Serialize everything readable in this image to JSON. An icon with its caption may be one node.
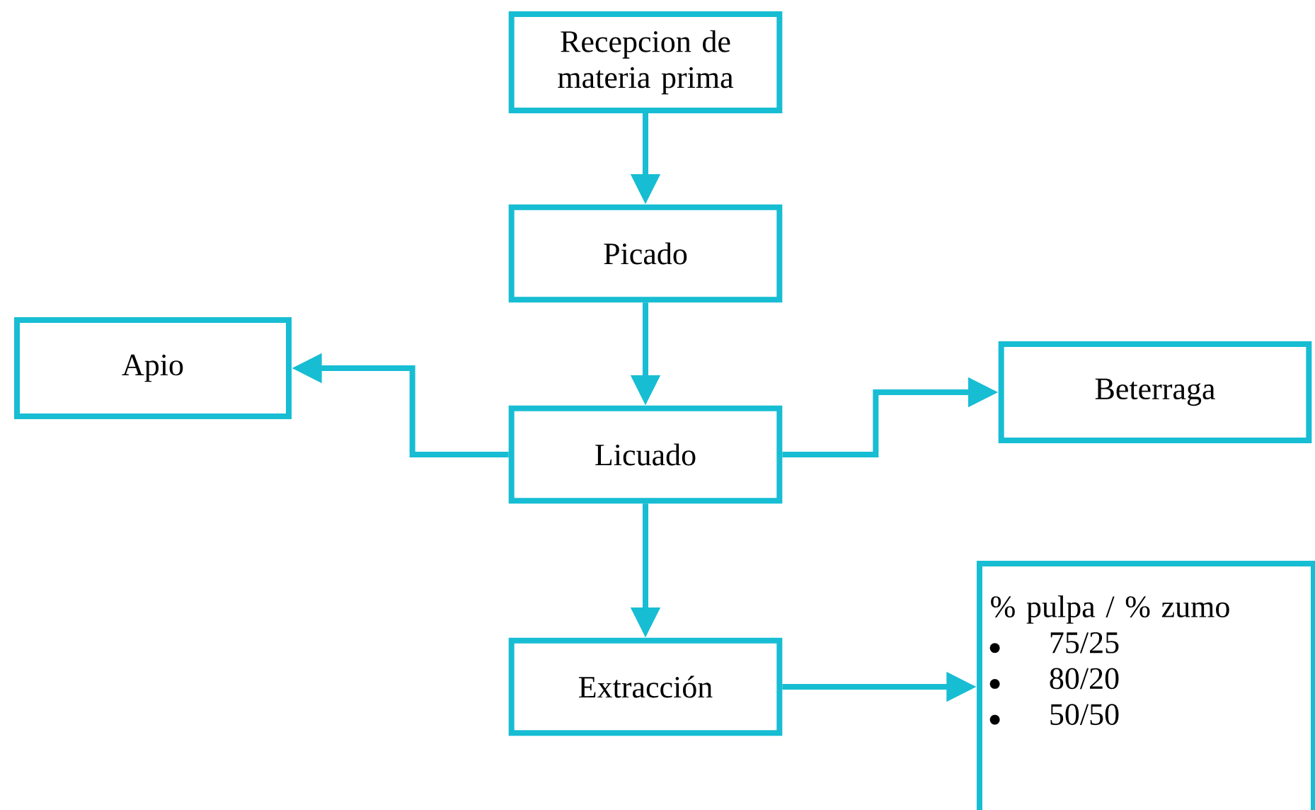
{
  "diagram": {
    "nodes": [
      {
        "text": [
          "Recepcion de materia prima"
        ]
      },
      {
        "text": [
          "Picado"
        ]
      },
      {
        "text": [
          "Apio"
        ]
      },
      {
        "text": [
          "Licuado"
        ]
      },
      {
        "text": [
          "Beterraga"
        ]
      },
      {
        "text": [
          "Extracción"
        ]
      },
      {
        "text": [
          "% pulpa / % zumo",
          "75/25",
          "80/20",
          "50/50"
        ]
      }
    ],
    "edges": [
      {
        "from": 0,
        "to": 1,
        "arrow": "to"
      },
      {
        "from": 1,
        "to": 3,
        "arrow": "to"
      },
      {
        "from": 3,
        "to": 2,
        "arrow": "to"
      },
      {
        "from": 3,
        "to": 4,
        "arrow": "to"
      },
      {
        "from": 3,
        "to": 5,
        "arrow": "to"
      },
      {
        "from": 5,
        "to": 6,
        "arrow": "to"
      }
    ]
  }
}
